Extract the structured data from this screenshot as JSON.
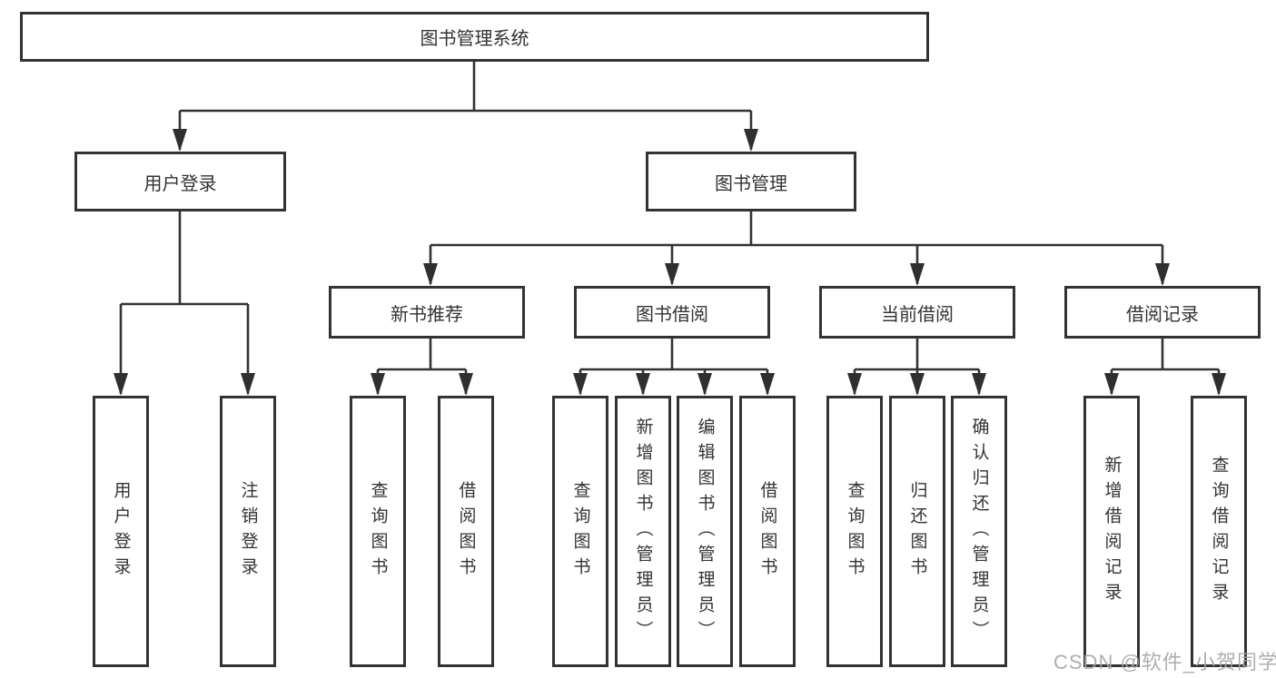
{
  "diagram": {
    "root": {
      "label": "图书管理系统"
    },
    "level2": [
      {
        "label": "用户登录",
        "children": [
          {
            "label": "用户登录"
          },
          {
            "label": "注销登录"
          }
        ]
      },
      {
        "label": "图书管理",
        "children": [
          {
            "label": "新书推荐",
            "children": [
              {
                "label": "查询图书"
              },
              {
                "label": "借阅图书"
              }
            ]
          },
          {
            "label": "图书借阅",
            "children": [
              {
                "label": "查询图书"
              },
              {
                "label": "新增图书（管理员）"
              },
              {
                "label": "编辑图书（管理员）"
              },
              {
                "label": "借阅图书"
              }
            ]
          },
          {
            "label": "当前借阅",
            "children": [
              {
                "label": "查询图书"
              },
              {
                "label": "归还图书"
              },
              {
                "label": "确认归还（管理员）"
              }
            ]
          },
          {
            "label": "借阅记录",
            "children": [
              {
                "label": "新增借阅记录"
              },
              {
                "label": "查询借阅记录"
              }
            ]
          }
        ]
      }
    ]
  },
  "watermark": {
    "text": "CSDN @软件_小贺同学"
  },
  "colors": {
    "line": "#333333",
    "text": "#333333",
    "watermark": "#a5a5a5",
    "background": "#ffffff"
  }
}
